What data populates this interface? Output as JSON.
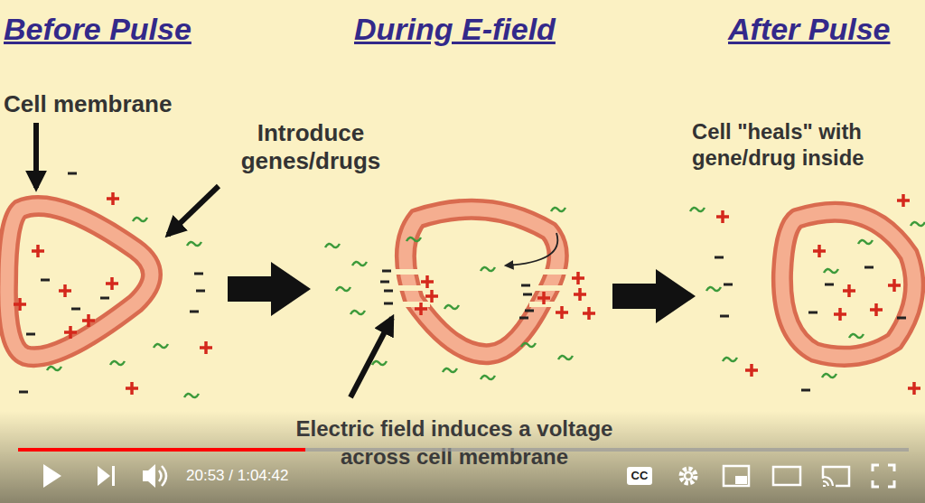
{
  "diagram": {
    "labels": [
      "Before Pulse",
      "During E-field",
      "After Pulse",
      "Cell membrane",
      "Introduce genes/drugs",
      "Electric field induces a voltage across cell membrane",
      "Cell \"heals\" with gene/drug inside",
      "20:53 / 1:04:42",
      "CC"
    ]
  }
}
